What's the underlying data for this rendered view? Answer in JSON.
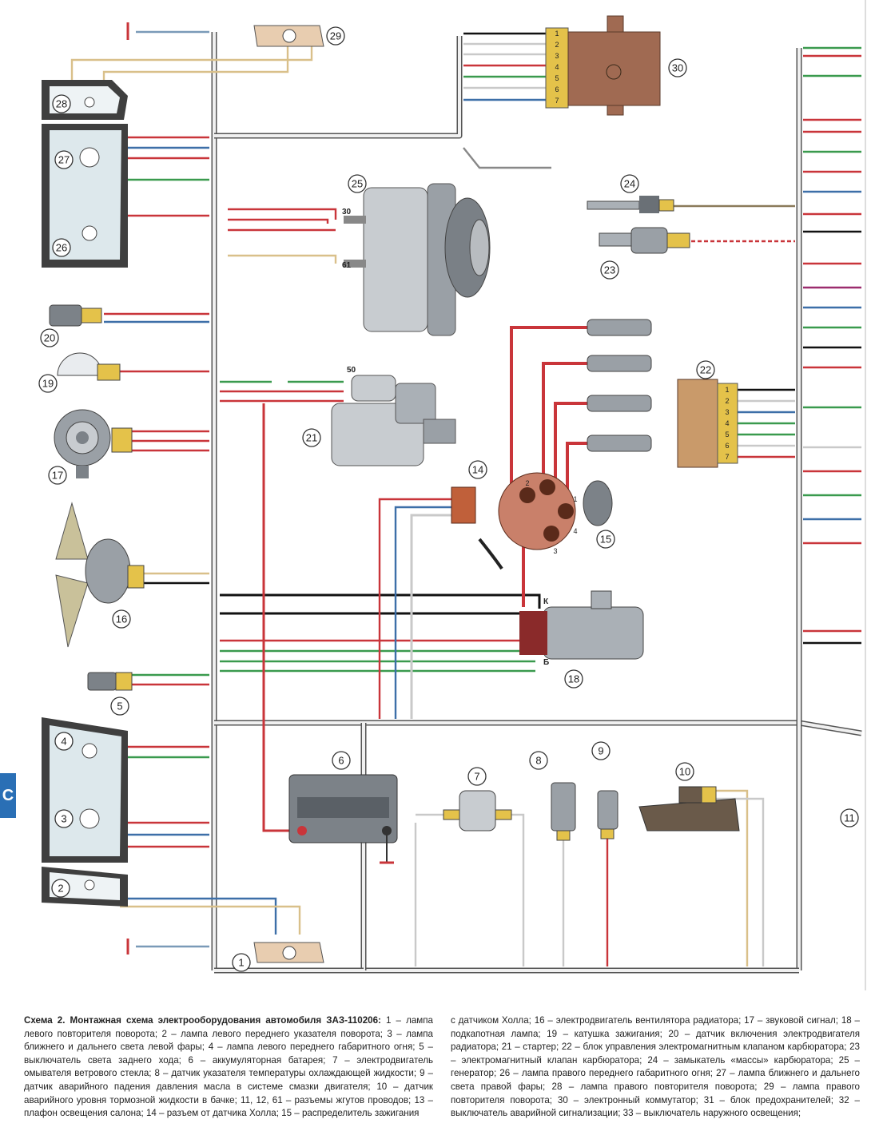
{
  "section_tab": "C",
  "components": [
    {
      "id": "1"
    },
    {
      "id": "2"
    },
    {
      "id": "3"
    },
    {
      "id": "4"
    },
    {
      "id": "5"
    },
    {
      "id": "6"
    },
    {
      "id": "7"
    },
    {
      "id": "8"
    },
    {
      "id": "9"
    },
    {
      "id": "10"
    },
    {
      "id": "11"
    },
    {
      "id": "14"
    },
    {
      "id": "15"
    },
    {
      "id": "16"
    },
    {
      "id": "17"
    },
    {
      "id": "18"
    },
    {
      "id": "19"
    },
    {
      "id": "20"
    },
    {
      "id": "21"
    },
    {
      "id": "22"
    },
    {
      "id": "23"
    },
    {
      "id": "24"
    },
    {
      "id": "25"
    },
    {
      "id": "26"
    },
    {
      "id": "27"
    },
    {
      "id": "28"
    },
    {
      "id": "29"
    },
    {
      "id": "30"
    }
  ],
  "terminals": {
    "t30": "30",
    "t61": "61",
    "t50": "50",
    "tK": "К",
    "tB": "Б"
  },
  "distributor_pins": [
    "1",
    "2",
    "3",
    "4"
  ],
  "commutator_pins": [
    "1",
    "2",
    "3",
    "4",
    "5",
    "6",
    "7"
  ],
  "carb_block_pins": [
    "1",
    "2",
    "3",
    "4",
    "5",
    "6",
    "7"
  ],
  "caption": {
    "title": "Схема 2. Монтажная схема электрооборудования автомобиля ЗАЗ-110206:",
    "left_text": "1 – лампа левого повторителя поворота; 2 – лампа левого переднего указателя поворота; 3 – лампа ближнего и дальнего света левой фары; 4 – лампа левого переднего габаритного огня; 5 – выключатель света заднего хода; 6 – аккумуляторная батарея; 7 – электродвигатель омывателя ветрового стекла; 8 – датчик указателя температуры охлаждающей жидкости; 9 – датчик аварийного падения давления масла в системе смазки двигателя; 10 – датчик аварийного уровня тормозной жидкости в бачке; 11, 12, 61 – разъемы жгутов проводов; 13 – плафон освещения салона; 14 – разъем от датчика Холла; 15 – распределитель зажигания",
    "right_text": "с датчиком Холла; 16 – электродвигатель вентилятора радиатора; 17 – звуковой сигнал; 18 – подкапотная лампа; 19 – катушка зажигания; 20 – датчик включения электродвигателя радиатора; 21 – стартер; 22 – блок управления электромагнитным клапаном карбюратора; 23 – электромагнитный клапан карбюратора; 24 – замыкатель «массы» карбюратора; 25 – генератор; 26 – лампа правого переднего габаритного огня; 27 – лампа ближнего и дальнего света правой фары; 28 – лампа правого повторителя поворота; 29 – лампа правого повторителя поворота; 30 – электронный коммутатор; 31 – блок предохранителей; 32 – выключатель аварийной сигнализации; 33 – выключатель наружного освещения;"
  }
}
